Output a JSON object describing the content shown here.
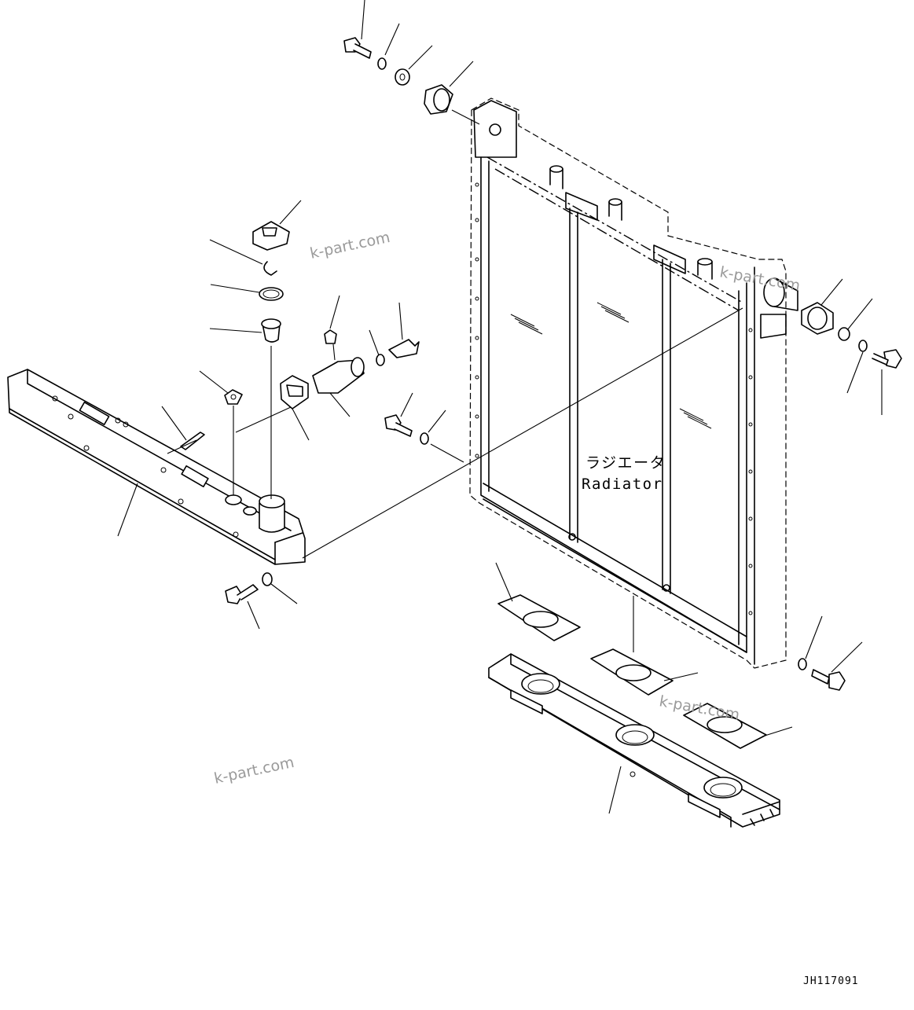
{
  "diagram": {
    "label_jp": "ラジエータ",
    "label_en": "Radiator",
    "figure_code": "JH117091",
    "watermarks": [
      "k-part.com",
      "k-part.com",
      "k-part.com",
      "k-part.com"
    ]
  }
}
